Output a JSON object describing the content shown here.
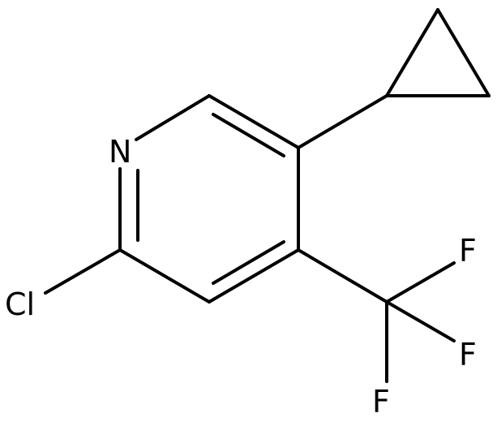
{
  "molecule": {
    "atoms": {
      "nitrogen": "N",
      "chlorine": "Cl",
      "fluorine_1": "F",
      "fluorine_2": "F",
      "fluorine_3": "F"
    },
    "colors": {
      "bond": "#000000",
      "label": "#000000",
      "background": "#ffffff"
    }
  }
}
